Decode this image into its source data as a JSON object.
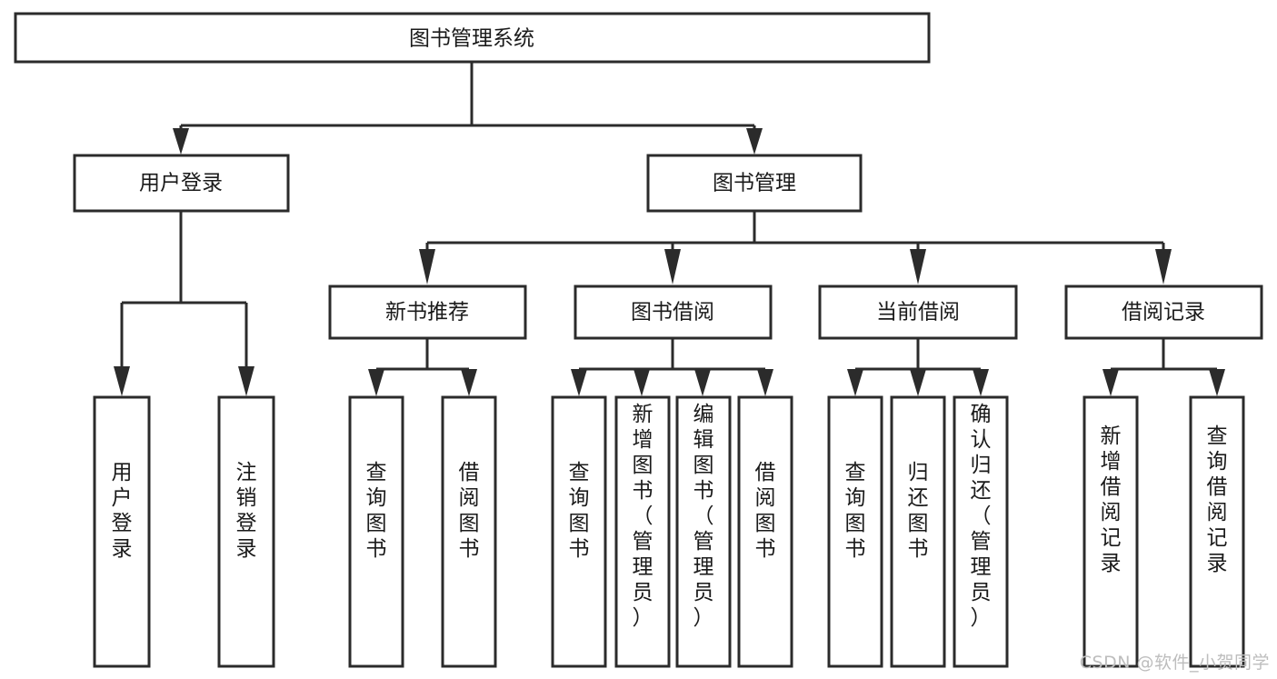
{
  "diagram": {
    "type": "tree-hierarchy-chart",
    "title": "图书管理系统",
    "colors": {
      "box_stroke": "#2b2b2b",
      "box_fill": "#ffffff",
      "text": "#1a1a1a",
      "background": "#ffffff",
      "watermark": "#bdbdbd"
    },
    "levels": [
      {
        "level": 1,
        "nodes": [
          {
            "id": "root",
            "label": "图书管理系统",
            "orientation": "horizontal"
          }
        ]
      },
      {
        "level": 2,
        "nodes": [
          {
            "id": "user-login",
            "label": "用户登录",
            "orientation": "horizontal",
            "parent": "root"
          },
          {
            "id": "book-manage",
            "label": "图书管理",
            "orientation": "horizontal",
            "parent": "root"
          }
        ]
      },
      {
        "level": 3,
        "nodes": [
          {
            "id": "new-book-rec",
            "label": "新书推荐",
            "orientation": "horizontal",
            "parent": "book-manage"
          },
          {
            "id": "book-borrow",
            "label": "图书借阅",
            "orientation": "horizontal",
            "parent": "book-manage"
          },
          {
            "id": "current-borrow",
            "label": "当前借阅",
            "orientation": "horizontal",
            "parent": "book-manage"
          },
          {
            "id": "borrow-record",
            "label": "借阅记录",
            "orientation": "horizontal",
            "parent": "book-manage"
          }
        ]
      },
      {
        "level": 4,
        "nodes": [
          {
            "id": "leaf-user-login",
            "label": "用户登录",
            "orientation": "vertical",
            "parent": "user-login"
          },
          {
            "id": "leaf-user-logout",
            "label": "注销登录",
            "orientation": "vertical",
            "parent": "user-login"
          },
          {
            "id": "leaf-query-book-1",
            "label": "查询图书",
            "orientation": "vertical",
            "parent": "new-book-rec"
          },
          {
            "id": "leaf-borrow-book-1",
            "label": "借阅图书",
            "orientation": "vertical",
            "parent": "new-book-rec"
          },
          {
            "id": "leaf-query-book-2",
            "label": "查询图书",
            "orientation": "vertical",
            "parent": "book-borrow"
          },
          {
            "id": "leaf-add-book",
            "label": "新增图书（管理员）",
            "orientation": "vertical",
            "parent": "book-borrow"
          },
          {
            "id": "leaf-edit-book",
            "label": "编辑图书（管理员）",
            "orientation": "vertical",
            "parent": "book-borrow"
          },
          {
            "id": "leaf-borrow-book-2",
            "label": "借阅图书",
            "orientation": "vertical",
            "parent": "book-borrow"
          },
          {
            "id": "leaf-query-book-3",
            "label": "查询图书",
            "orientation": "vertical",
            "parent": "current-borrow"
          },
          {
            "id": "leaf-return-book",
            "label": "归还图书",
            "orientation": "vertical",
            "parent": "current-borrow"
          },
          {
            "id": "leaf-confirm-return",
            "label": "确认归还（管理员）",
            "orientation": "vertical",
            "parent": "current-borrow"
          },
          {
            "id": "leaf-add-record",
            "label": "新增借阅记录",
            "orientation": "vertical",
            "parent": "borrow-record"
          },
          {
            "id": "leaf-query-record",
            "label": "查询借阅记录",
            "orientation": "vertical",
            "parent": "borrow-record"
          }
        ]
      }
    ]
  },
  "watermark": {
    "label": "CSDN @软件_小贺同学"
  }
}
